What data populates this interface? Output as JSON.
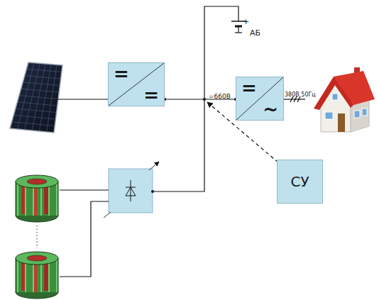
{
  "diagram": {
    "nodes": [
      {
        "text": [
          "=",
          "="
        ]
      },
      {
        "text": [
          "=",
          "~"
        ]
      },
      {
        "text": [
          "СУ"
        ]
      }
    ],
    "edges": [
      {
        "from": 0,
        "to": 1,
        "arrow": "none"
      }
    ],
    "labels": [
      "+",
      "АБ",
      "=660В",
      "380В 50Гц"
    ]
  }
}
